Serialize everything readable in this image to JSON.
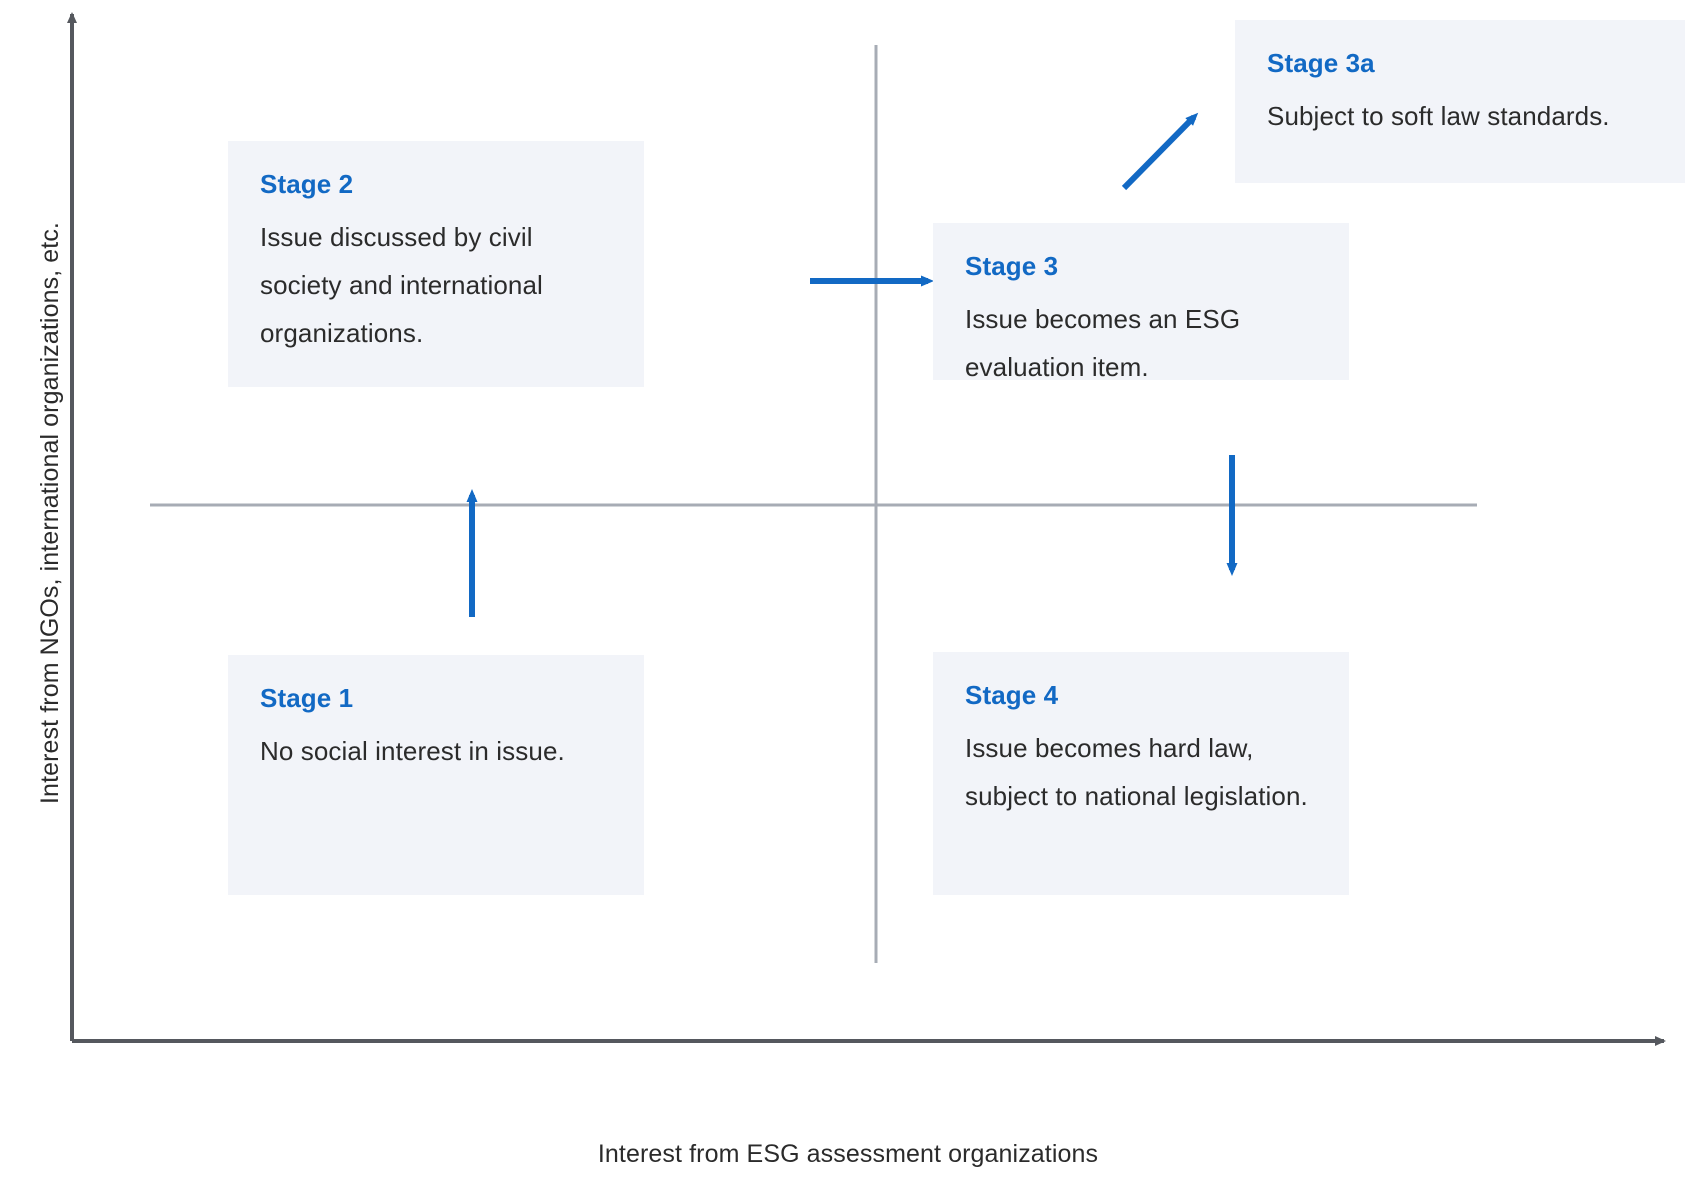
{
  "diagram": {
    "axes": {
      "x_label": "Interest from ESG assessment organizations",
      "y_label": "Interest from NGOs, international organizations, etc.",
      "axis_color": "#55585e",
      "divider_color": "#a7acb5"
    },
    "accent_color": "#1269c4",
    "arrow_color": "#1269c4",
    "box_background": "#f2f4f9",
    "body_text_color": "#2b2b2b",
    "stages": [
      {
        "id": "stage-1",
        "title": "Stage 1",
        "body": "No social interest in issue.",
        "quadrant": "bottom-left"
      },
      {
        "id": "stage-2",
        "title": "Stage 2",
        "body": "Issue discussed by civil society and international organizations.",
        "quadrant": "top-left"
      },
      {
        "id": "stage-3",
        "title": "Stage 3",
        "body": "Issue becomes an ESG evaluation item.",
        "quadrant": "top-right"
      },
      {
        "id": "stage-3a",
        "title": "Stage 3a",
        "body": "Subject to soft law standards.",
        "quadrant": "top-right-outer"
      },
      {
        "id": "stage-4",
        "title": "Stage 4",
        "body": "Issue becomes hard law, subject to national legislation.",
        "quadrant": "bottom-right"
      }
    ],
    "flow_arrows": [
      {
        "name": "arrow-stage1-to-stage2",
        "direction": "up"
      },
      {
        "name": "arrow-stage2-to-stage3",
        "direction": "right"
      },
      {
        "name": "arrow-stage3-to-stage3a",
        "direction": "up-right"
      },
      {
        "name": "arrow-stage3-to-stage4",
        "direction": "down"
      }
    ]
  }
}
